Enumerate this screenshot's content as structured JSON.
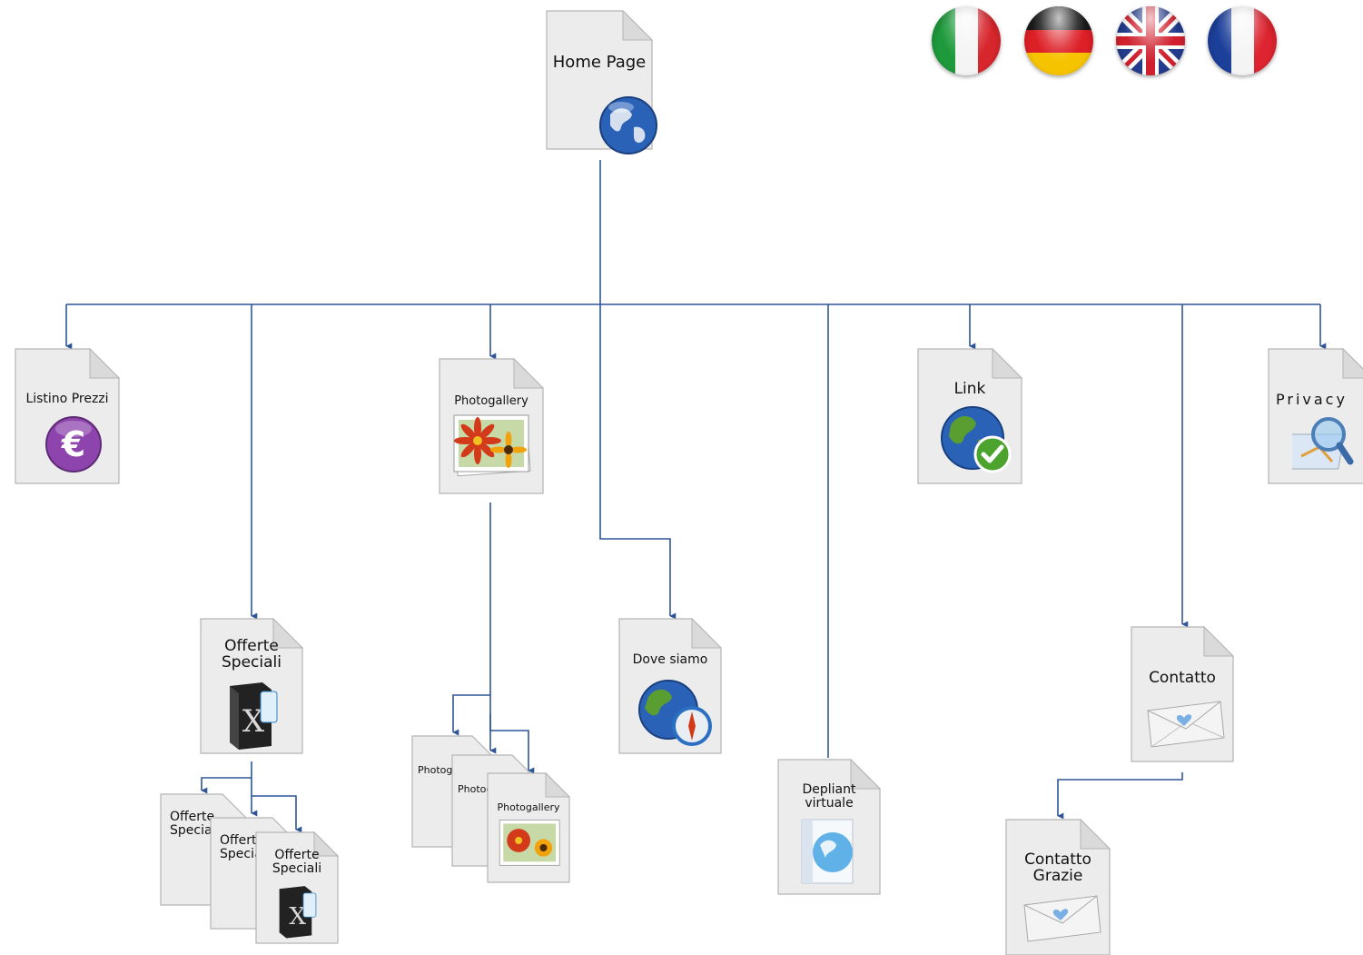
{
  "flags": [
    {
      "name": "flag-italy-icon"
    },
    {
      "name": "flag-germany-icon"
    },
    {
      "name": "flag-uk-icon"
    },
    {
      "name": "flag-france-icon"
    }
  ],
  "pages": {
    "home": "Home Page",
    "listino": "Listino Prezzi",
    "photogallery": "Photogallery",
    "link": "Link",
    "privacy": "Privacy",
    "offerte": "Offerte\nSpeciali",
    "offerte_stack_1": "Offerte\nSpeciali",
    "offerte_stack_2": "Offerte\nSpeciali",
    "offerte_stack_3": "Offerte\nSpeciali",
    "photo_stack_1": "Photogallery",
    "photo_stack_2": "Photogallery",
    "photo_stack_3": "Photogallery",
    "dove": "Dove siamo",
    "depliant": "Depliant\nvirtuale",
    "contatto": "Contatto",
    "contatto_grazie": "Contatto\nGrazie"
  },
  "colors": {
    "connector": "#2f5597",
    "paper": "#eeeeee",
    "euro": "#8e44ad",
    "globe_sea": "#2a62b8",
    "globe_land": "#5a9e32"
  },
  "icons": {
    "home": "globe-icon",
    "listino": "euro-coin-icon",
    "photogallery": "photo-flowers-icon",
    "link": "globe-check-icon",
    "privacy": "magnifier-map-icon",
    "offerte": "software-box-icon",
    "dove": "globe-compass-icon",
    "depliant": "brochure-globe-icon",
    "contatto": "envelope-heart-icon"
  }
}
